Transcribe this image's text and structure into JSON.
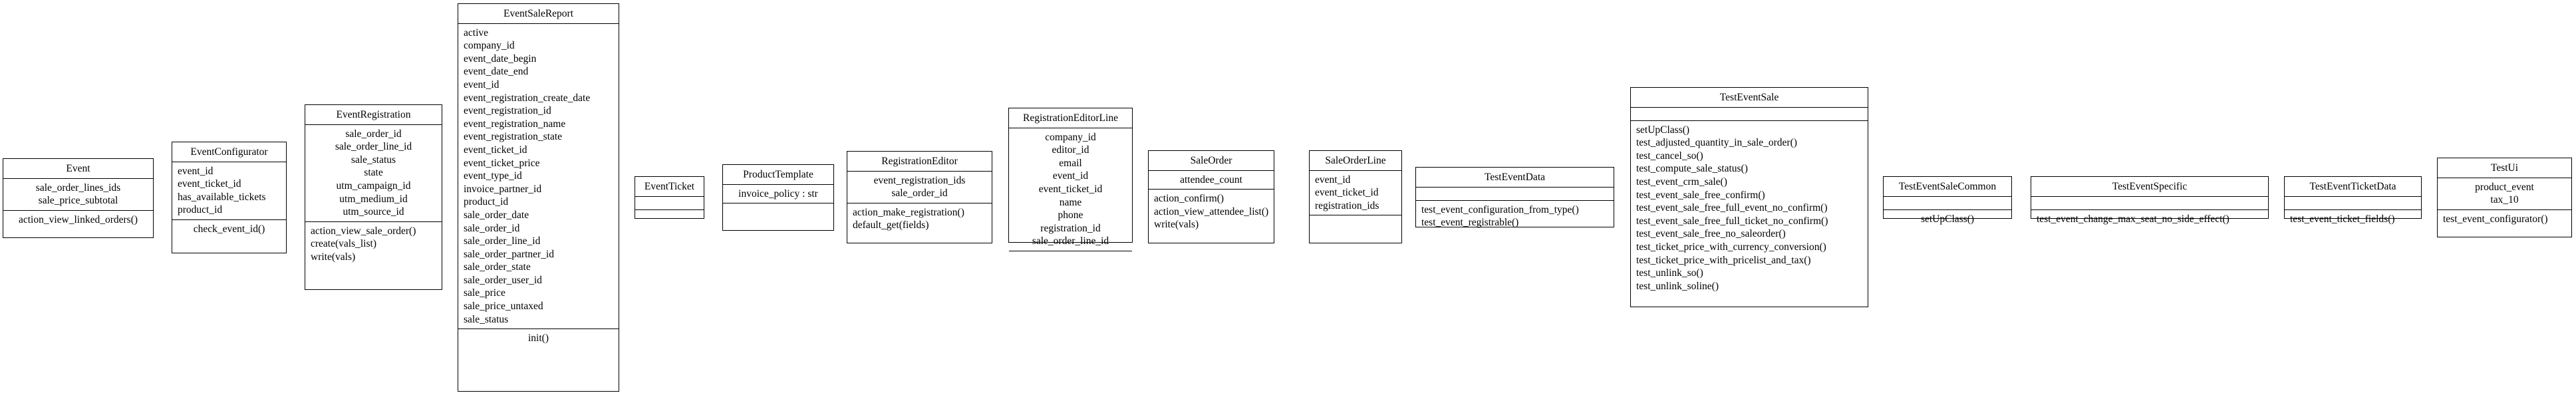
{
  "classes": [
    {
      "name": "Event",
      "attributes": [
        "sale_order_lines_ids",
        "sale_price_subtotal"
      ],
      "methods": [
        "action_view_linked_orders()"
      ]
    },
    {
      "name": "EventConfigurator",
      "attributes": [
        "event_id",
        "event_ticket_id",
        "has_available_tickets",
        "product_id"
      ],
      "methods": [
        "check_event_id()"
      ]
    },
    {
      "name": "EventRegistration",
      "attributes": [
        "sale_order_id",
        "sale_order_line_id",
        "sale_status",
        "state",
        "utm_campaign_id",
        "utm_medium_id",
        "utm_source_id"
      ],
      "methods": [
        "action_view_sale_order()",
        "create(vals_list)",
        "write(vals)"
      ]
    },
    {
      "name": "EventSaleReport",
      "attributes": [
        "active",
        "company_id",
        "event_date_begin",
        "event_date_end",
        "event_id",
        "event_registration_create_date",
        "event_registration_id",
        "event_registration_name",
        "event_registration_state",
        "event_ticket_id",
        "event_ticket_price",
        "event_type_id",
        "invoice_partner_id",
        "product_id",
        "sale_order_date",
        "sale_order_id",
        "sale_order_line_id",
        "sale_order_partner_id",
        "sale_order_state",
        "sale_order_user_id",
        "sale_price",
        "sale_price_untaxed",
        "sale_status"
      ],
      "methods": [
        "init()"
      ]
    },
    {
      "name": "EventTicket",
      "attributes": [],
      "methods": []
    },
    {
      "name": "ProductTemplate",
      "attributes": [
        "invoice_policy : str"
      ],
      "methods": []
    },
    {
      "name": "RegistrationEditor",
      "attributes": [
        "event_registration_ids",
        "sale_order_id"
      ],
      "methods": [
        "action_make_registration()",
        "default_get(fields)"
      ]
    },
    {
      "name": "RegistrationEditorLine",
      "attributes": [
        "company_id",
        "editor_id",
        "email",
        "event_id",
        "event_ticket_id",
        "name",
        "phone",
        "registration_id",
        "sale_order_line_id"
      ],
      "methods": []
    },
    {
      "name": "SaleOrder",
      "attributes": [
        "attendee_count"
      ],
      "methods": [
        "action_confirm()",
        "action_view_attendee_list()",
        "write(vals)"
      ]
    },
    {
      "name": "SaleOrderLine",
      "attributes": [
        "event_id",
        "event_ticket_id",
        "registration_ids"
      ],
      "methods": []
    },
    {
      "name": "TestEventData",
      "attributes": [],
      "methods": [
        "test_event_configuration_from_type()",
        "test_event_registrable()"
      ]
    },
    {
      "name": "TestEventSale",
      "attributes": [],
      "methods": [
        "setUpClass()",
        "test_adjusted_quantity_in_sale_order()",
        "test_cancel_so()",
        "test_compute_sale_status()",
        "test_event_crm_sale()",
        "test_event_sale_free_confirm()",
        "test_event_sale_free_full_event_no_confirm()",
        "test_event_sale_free_full_ticket_no_confirm()",
        "test_event_sale_free_no_saleorder()",
        "test_ticket_price_with_currency_conversion()",
        "test_ticket_price_with_pricelist_and_tax()",
        "test_unlink_so()",
        "test_unlink_soline()"
      ]
    },
    {
      "name": "TestEventSaleCommon",
      "attributes": [],
      "methods": [
        "setUpClass()"
      ]
    },
    {
      "name": "TestEventSpecific",
      "attributes": [],
      "methods": [
        "test_event_change_max_seat_no_side_effect()"
      ]
    },
    {
      "name": "TestEventTicketData",
      "attributes": [],
      "methods": [
        "test_event_ticket_fields()"
      ]
    },
    {
      "name": "TestUi",
      "attributes": [
        "product_event",
        "tax_10"
      ],
      "methods": [
        "test_event_configurator()"
      ]
    }
  ]
}
